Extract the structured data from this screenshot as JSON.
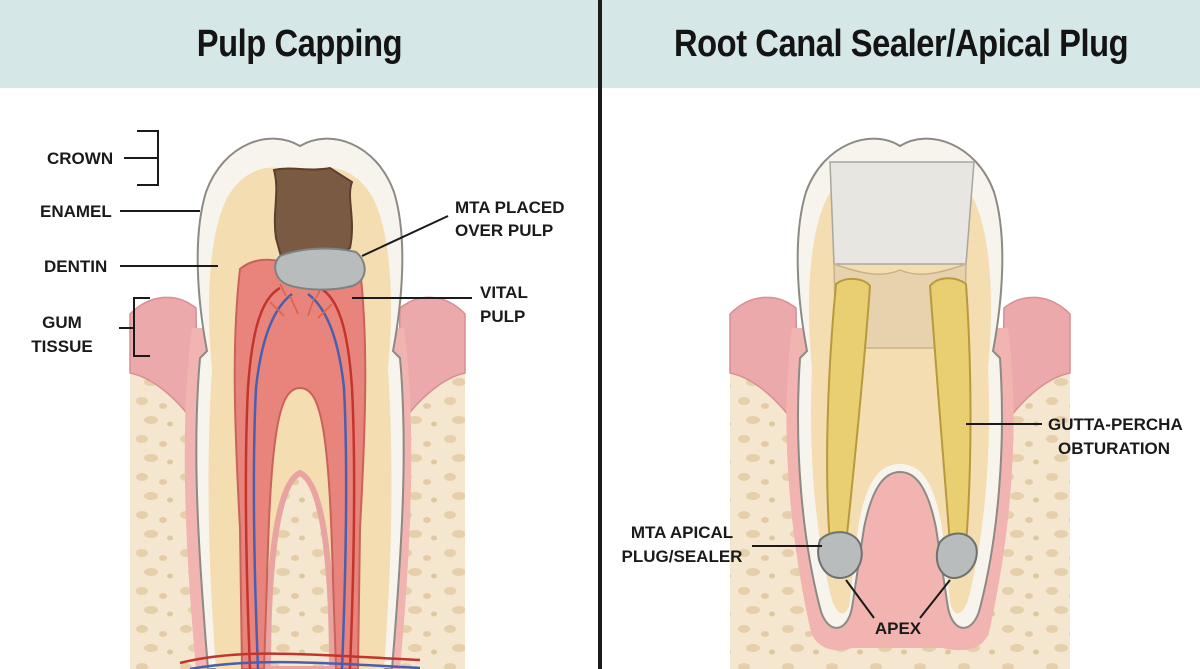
{
  "panels": {
    "left": {
      "title": "Pulp Capping",
      "labels": {
        "crown": "CROWN",
        "enamel": "ENAMEL",
        "dentin": "DENTIN",
        "gum_line1": "GUM",
        "gum_line2": "TISSUE",
        "mta_line1": "MTA PLACED",
        "mta_line2": "OVER PULP",
        "pulp_line1": "VITAL",
        "pulp_line2": "PULP"
      }
    },
    "right": {
      "title": "Root Canal Sealer/Apical Plug",
      "labels": {
        "gp_line1": "GUTTA-PERCHA",
        "gp_line2": "OBTURATION",
        "plug_line1": "MTA APICAL",
        "plug_line2": "PLUG/SEALER",
        "apex": "APEX"
      }
    }
  },
  "colors": {
    "header_bg": "#d6e7e8",
    "enamel": "#f7f4ee",
    "dentin": "#f4ddb0",
    "gum": "#eba9ac",
    "bone": "#f5e7cf",
    "pulp": "#e9847d",
    "mta": "#b9bcbc",
    "caries": "#7b5a44",
    "gutta_percha": "#e9cf72",
    "vessel_artery": "#c2352c",
    "vessel_vein": "#4a5fae"
  }
}
